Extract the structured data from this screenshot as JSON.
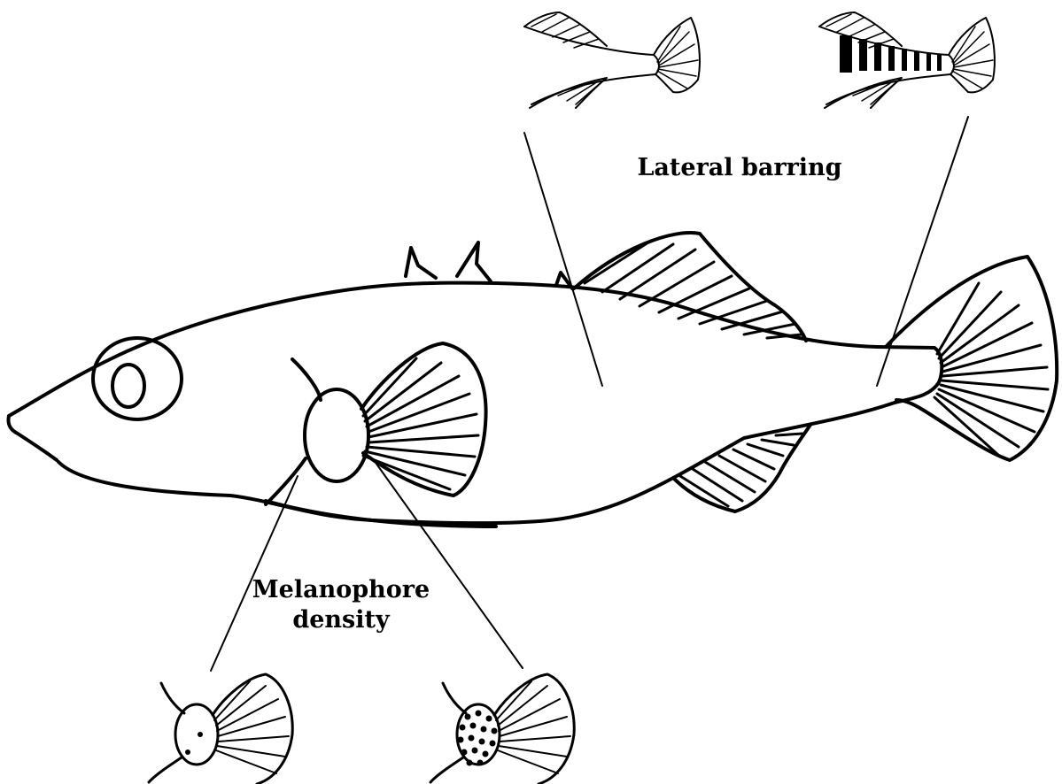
{
  "labels": {
    "lateral_barring": "Lateral barring",
    "melanophore_line1": "Melanophore",
    "melanophore_line2": "density"
  },
  "insets": {
    "barring": [
      "unbarred",
      "barred"
    ],
    "melanophore": [
      "low density",
      "high density"
    ]
  },
  "colors": {
    "ink": "#000000",
    "background": "#ffffff"
  }
}
